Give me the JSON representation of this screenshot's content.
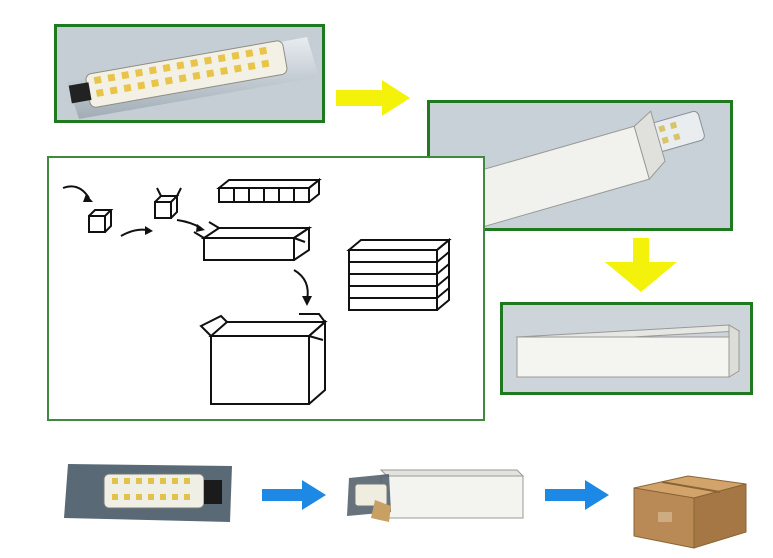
{
  "title": "",
  "steps": [
    {
      "name": "bagged-led-bulb"
    },
    {
      "name": "bulb-inserted-into-inner-box"
    },
    {
      "name": "closed-inner-box"
    },
    {
      "name": "outer-carton"
    }
  ],
  "colors": {
    "frame_border": "#1f7a1f",
    "arrow_yellow": "#f4f20a",
    "arrow_blue": "#1e88e5",
    "carton": "#b98a55"
  },
  "icons": {
    "arrow_right_yellow": "arrow-right-icon",
    "arrow_down_yellow": "arrow-down-icon",
    "arrow_right_blue": "arrow-right-icon"
  }
}
